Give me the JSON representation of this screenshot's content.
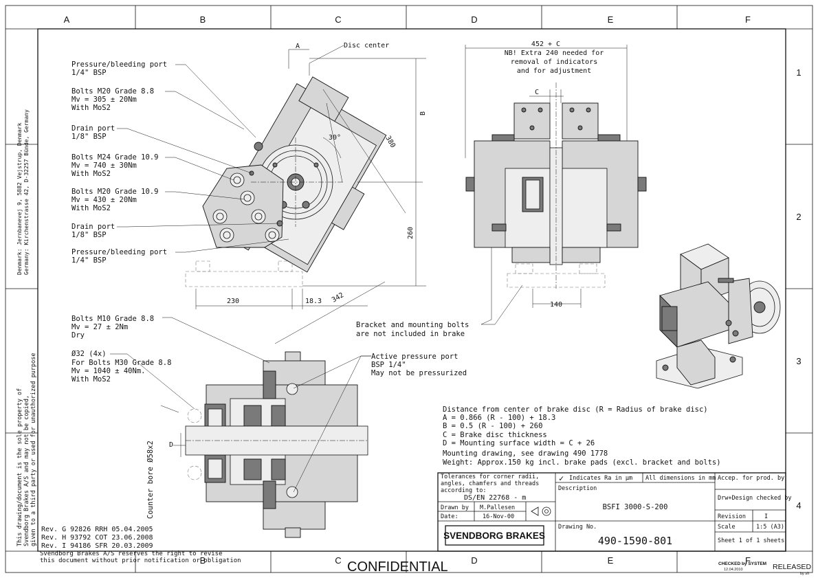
{
  "grid": {
    "columns": [
      "A",
      "B",
      "C",
      "D",
      "E",
      "F"
    ],
    "rows": [
      "1",
      "2",
      "3",
      "4"
    ]
  },
  "side_text": {
    "company_address": "Denmark: Jernbanevej 9, 5882 Vejstrup, Denmark",
    "germany_address": "Germany: Kirchenstrasse 42, D-32257 Bünde, Germany",
    "legal_line1": "This drawing/document is the sole property of",
    "legal_line2": "Svendborg Brakes A/S and may not be copied,",
    "legal_line3": "given to a third party or used for unauthorized purpose"
  },
  "callouts": {
    "top_view": [
      {
        "line1": "Pressure/bleeding port",
        "line2": "1/4\" BSP"
      },
      {
        "line1": "Bolts M20 Grade 8.8",
        "line2": "Mv = 305 ± 20Nm",
        "line3": "With MoS2"
      },
      {
        "line1": "Drain port",
        "line2": "1/8\" BSP"
      },
      {
        "line1": "Bolts M24 Grade 10.9",
        "line2": "Mv = 740 ± 30Nm",
        "line3": "With MoS2"
      },
      {
        "line1": "Bolts M20 Grade 10.9",
        "line2": "Mv = 430 ± 20Nm",
        "line3": "With MoS2"
      },
      {
        "line1": "Drain port",
        "line2": "1/8\" BSP"
      },
      {
        "line1": "Pressure/bleeding port",
        "line2": "1/4\" BSP"
      }
    ],
    "bottom_view": [
      {
        "line1": "Bolts M10 Grade 8.8",
        "line2": "Mv = 27 ± 2Nm",
        "line3": "Dry"
      },
      {
        "line1": "Ø32 (4x)",
        "line2": "For Bolts M30 Grade 8.8",
        "line3": "Mv = 1040 ± 40Nm.",
        "line4": "With MoS2"
      }
    ],
    "active_port": {
      "line1": "Active pressure port",
      "line2": "BSP 1/4\"",
      "line3": "May not be pressurized"
    },
    "disc_center": "Disc center",
    "bracket_note": {
      "line1": "Bracket and mounting bolts",
      "line2": "are not included in brake"
    },
    "counter_bore": "Counter bore Ø58x2"
  },
  "dimensions": {
    "A": "A",
    "B": "B",
    "C": "C",
    "D": "D",
    "angle": "30°",
    "d380": "380",
    "d260": "260",
    "d230": "230",
    "d18_3": "18.3",
    "d342": "342",
    "d452": "452 + C",
    "d140": "140",
    "extra_note": {
      "line1": "NB! Extra 240 needed for",
      "line2": "removal of indicators",
      "line3": "and for adjustment"
    }
  },
  "notes": [
    "Distance from center of brake disc (R = Radius of brake disc)",
    "A = 0.866 (R - 100) + 18.3",
    "B = 0.5 (R - 100) + 260",
    "C = Brake disc thickness",
    "D = Mounting surface width = C + 26",
    "Mounting drawing, see drawing 490 1778",
    "Weight: Approx.150 kg incl. brake pads (excl. bracket and bolts)"
  ],
  "revisions": [
    "Rev. G 92826 RRH 05.04.2005",
    "Rev. H 93792 COT 23.06.2008",
    "Rev. I 94186 SFR 20.03.2009"
  ],
  "reserve_note": {
    "line1": "Svendborg Brakes A/S reserves the right to revise",
    "line2": "this document without prior notification or obligation"
  },
  "title_block": {
    "tolerances": {
      "line1": "Tolerances for corner radii,",
      "line2": "angles, chamfers and threads",
      "line3": "according to:",
      "standard": "DS/EN 22768 - m"
    },
    "ra_note": "Indicates Ra in µm",
    "dims_note": "All dimensions in mm",
    "accep": "Accep. for prod. by",
    "description_label": "Description",
    "description": "BSFI 3000-S-200",
    "drw_design": "Drw+Design checked by",
    "drawn_by_label": "Drawn by",
    "drawn_by": "M.Pallesen",
    "date_label": "Date:",
    "date": "16-Nov-00",
    "revision_label": "Revision",
    "revision": "I",
    "scale_label": "Scale",
    "scale": "1:5 (A3)",
    "drawing_no_label": "Drawing No.",
    "drawing_no": "490-1590-801",
    "sheet": "Sheet 1 of 1 sheets",
    "company": "SVENDBORG BRAKES"
  },
  "stamp": {
    "checked": "CHECKED by SYSTEM",
    "checked_date": "12.04.2010",
    "released": "RELEASED",
    "by": "by sfr"
  },
  "confidential": "CONFIDENTIAL"
}
